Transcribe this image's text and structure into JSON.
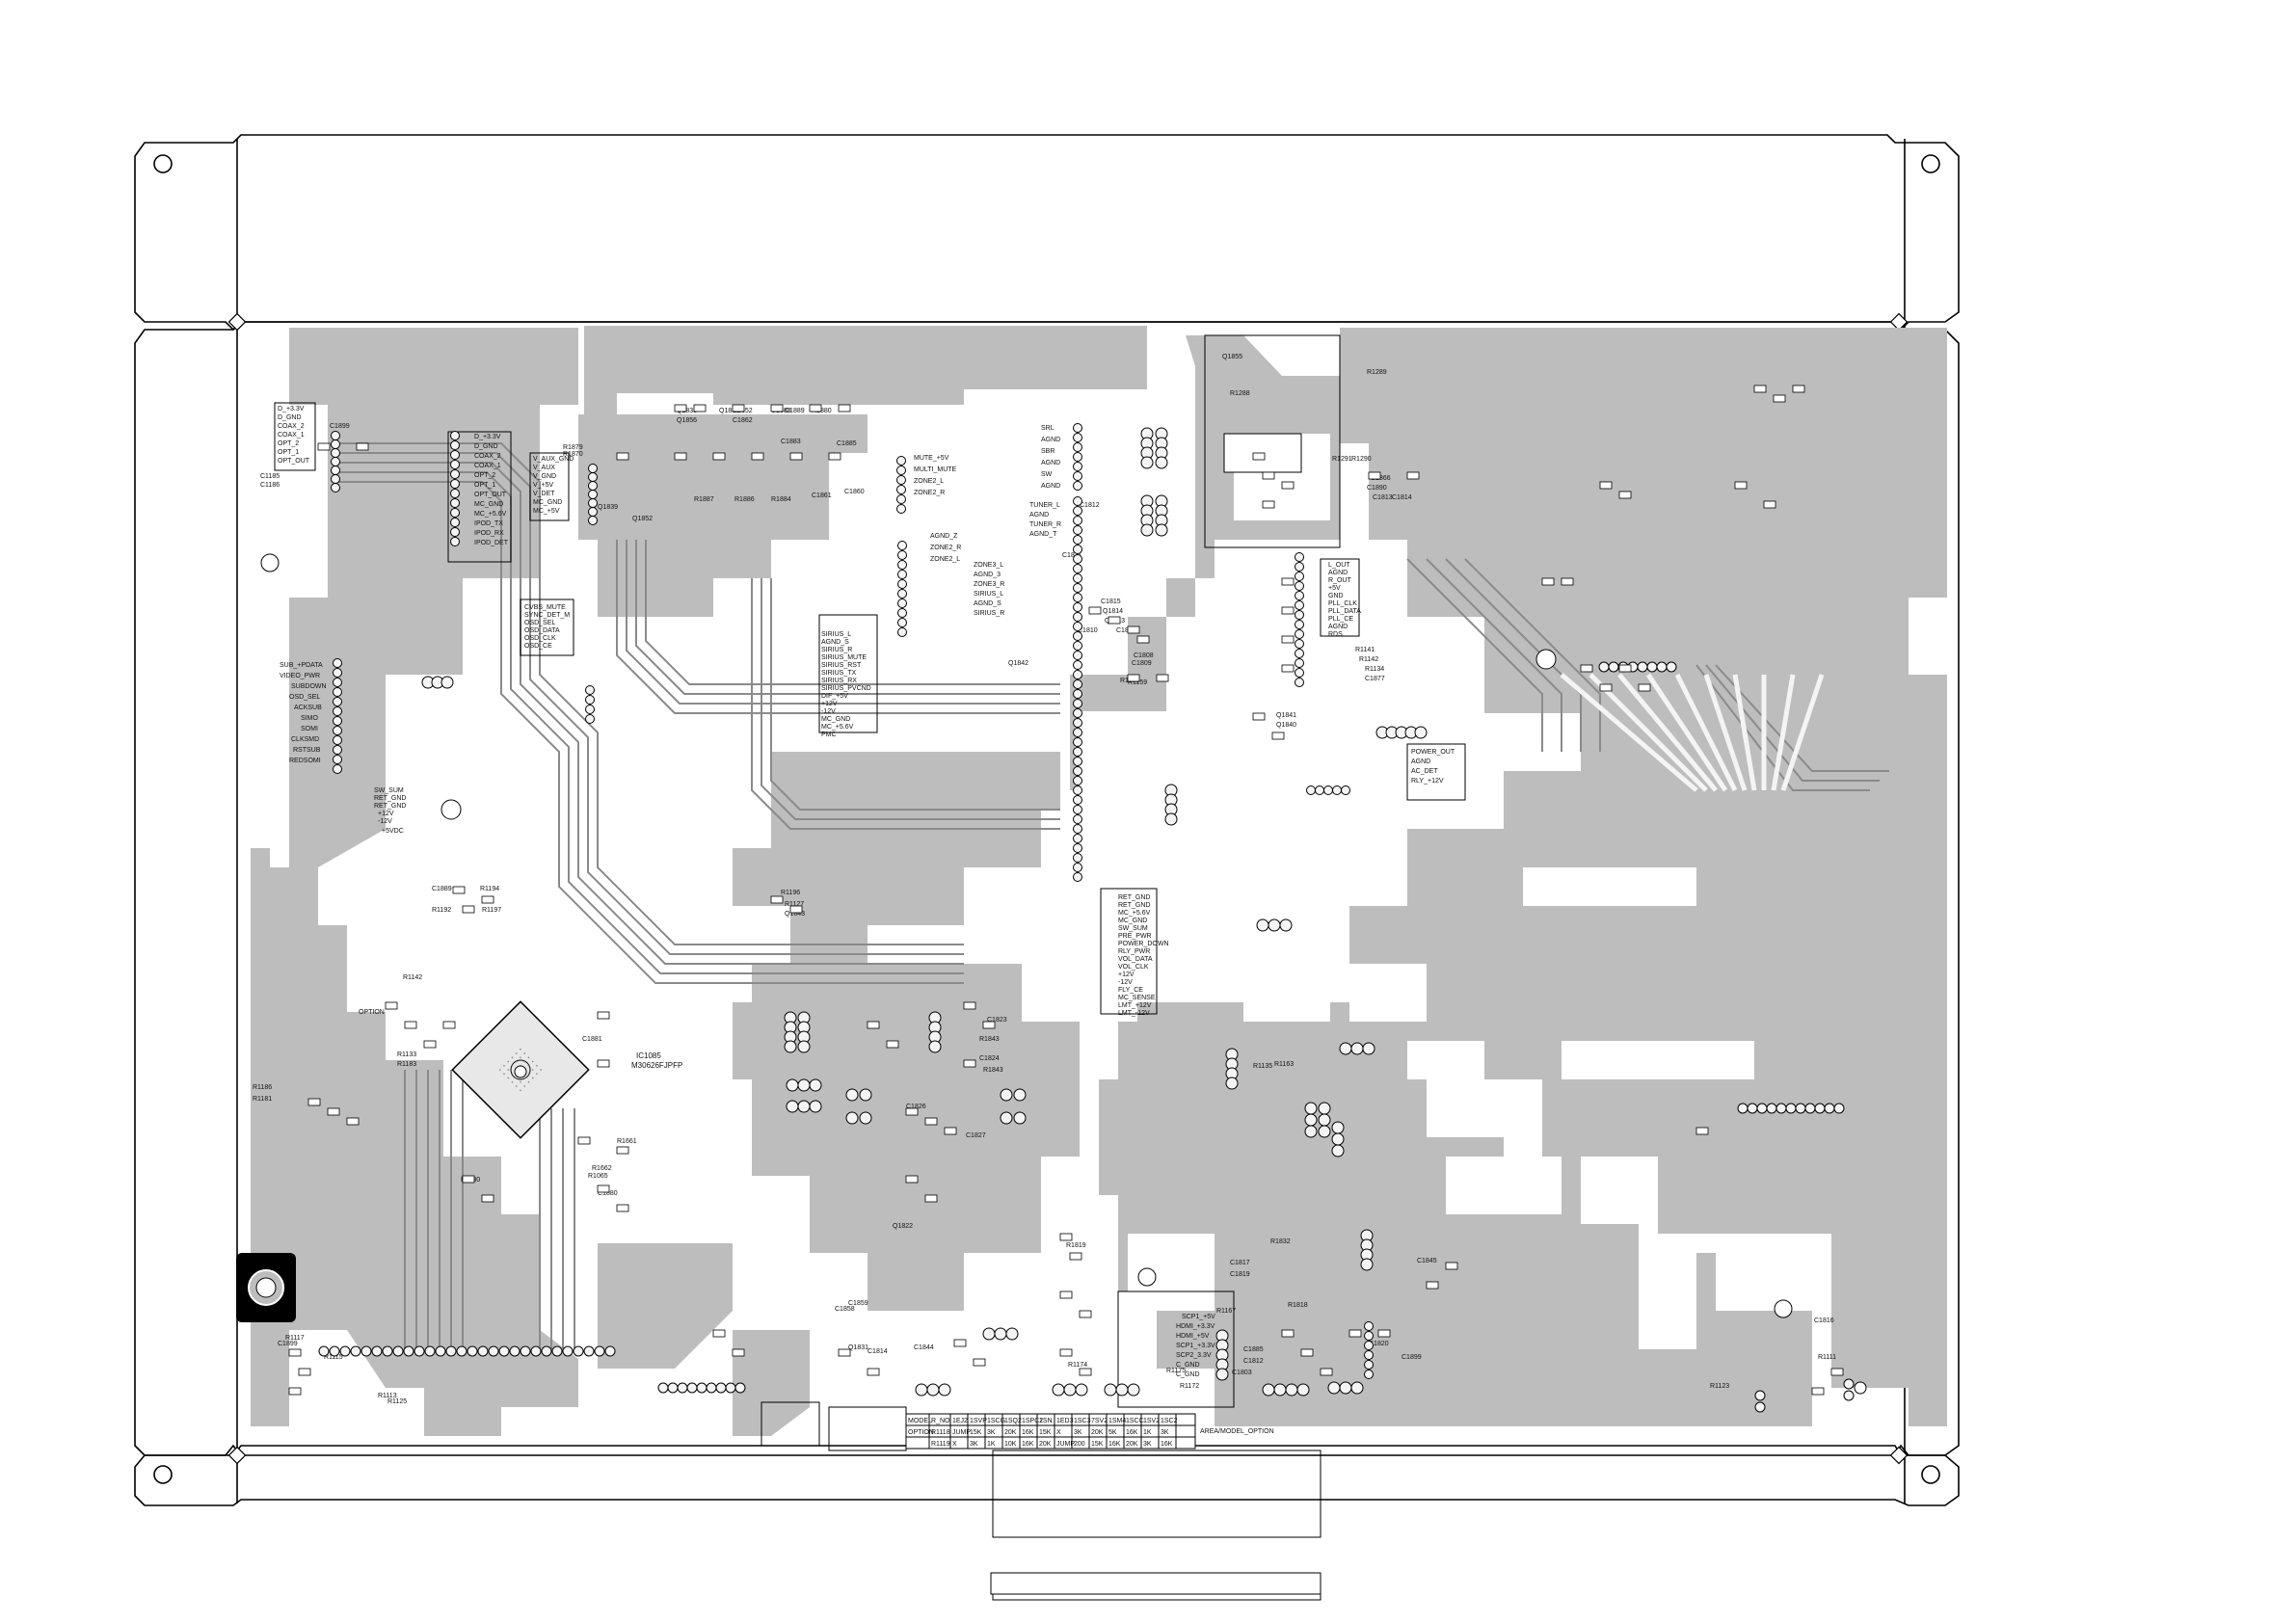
{
  "board": {
    "colors": {
      "copper": "#bdbdbd",
      "pad": "#f4f4f4",
      "outline": "#000000",
      "trace": "#8a8a8a"
    },
    "connector_labels": {
      "cn_top_left": [
        "D_+3.3V",
        "D_GND",
        "COAX_2",
        "COAX_1",
        "OPT_2",
        "OPT_1",
        "OPT_OUT"
      ],
      "cn_top_left2": [
        "D_+3.3V",
        "D_GND",
        "COAX_2",
        "COAX_1",
        "OPT_2",
        "OPT_1",
        "OPT_OUT",
        "MC_GND",
        "MC_+5.6V",
        "IPOD_TX",
        "IPOD_RX",
        "IPOD_DET"
      ],
      "cn_vaux": [
        "V_AUX_GND",
        "V_AUX",
        "V_GND",
        "V_+5V",
        "V_DET",
        "MC_GND",
        "MC_+5V"
      ],
      "cn_mute": [
        "MUTE_+5V",
        "MULTI_MUTE",
        "ZONE2_L",
        "ZONE2_R"
      ],
      "cn_rear": [
        "SRL",
        "AGND",
        "SBR",
        "AGND",
        "SW",
        "AGND"
      ],
      "cn_tuner": [
        "TUNER_L",
        "AGND",
        "TUNER_R",
        "AGND_T"
      ],
      "cn_zone": [
        "AGND_Z",
        "ZONE2_R",
        "ZONE2_L"
      ],
      "cn_zone3": [
        "ZONE3_L",
        "AGND_3",
        "ZONE3_R",
        "SIRIUS_L",
        "AGND_S",
        "SIRIUS_R"
      ],
      "cn_sirius": [
        "SIRIUS_L",
        "AGND_S",
        "SIRIUS_R",
        "SIRIUS_MUTE",
        "SIRIUS_RST",
        "SIRIUS_TX",
        "SIRIUS_RX",
        "SIRIUS_PVCND",
        "DIF_+5V",
        "+12V",
        "-12V",
        "MC_GND",
        "MC_+5.6V",
        "PMC"
      ],
      "cn_osd": [
        "CVBS_MUTE",
        "SYNC_DET_M",
        "OSD_SEL",
        "OSD_DATA",
        "OSD_CLK",
        "OSD_CE"
      ],
      "cn_sub": [
        "SUB_+PDATA",
        "VIDEO_PWR",
        "SUBDOWN",
        "OSD_SEL",
        "ACKSUB",
        "SIMO",
        "SOMI",
        "CLKSMD",
        "RSTSUB",
        "REDSOMI"
      ],
      "cn_sw": [
        "SW_SUM",
        "RET_GND",
        "RET_GND",
        "+12V",
        "-12V",
        "+5VDC"
      ],
      "cn_center": [
        "RET_GND",
        "RET_GND",
        "MC_+5.6V",
        "MC_GND",
        "SW_SUM",
        "PRE_PWR",
        "POWER_DOWN",
        "RLY_PWR",
        "VOL_DATA",
        "VOL_CLK",
        "+12V",
        "-12V",
        "FLY_CE",
        "MC_SENSE",
        "LMT_+12V",
        "LMT_-12V"
      ],
      "cn_out": [
        "L_OUT",
        "AGND",
        "R_OUT",
        "+5V",
        "GND",
        "PLL_CLK",
        "PLL_DATA",
        "PLL_CE",
        "AGND",
        "RDS"
      ],
      "cn_power": [
        "POWER_OUT",
        "AGND",
        "AC_DET",
        "RLY_+12V"
      ],
      "cn_scp": [
        "SCP1_+5V",
        "HDMI_+3.3V",
        "HDMI_+5V",
        "SCP1_+3.3V",
        "SCP2_3.3V",
        "C_GND",
        "C_GND"
      ],
      "ic_main": [
        "IC1085",
        "M30626FJPFP"
      ],
      "option_label": "OPTION",
      "area_label": "AREA/MODEL_OPTION"
    },
    "ref_labels": [
      "C1899",
      "C1185",
      "C1186",
      "R1879",
      "R1870",
      "Q1852",
      "Q1839",
      "Q1833",
      "Q1856",
      "Q1853",
      "C1852",
      "C1862",
      "C1888",
      "C1889",
      "R1880",
      "R1887",
      "R1886",
      "R1884",
      "C1883",
      "C1885",
      "C1860",
      "C1861",
      "Q1855",
      "R1288",
      "R1289",
      "R1290",
      "R1291",
      "C1866",
      "C1890",
      "C1813",
      "C1814",
      "C1812",
      "C1811",
      "C1815",
      "Q1814",
      "Q1813",
      "C1810",
      "C1806",
      "C1808",
      "C1809",
      "Q1842",
      "R1158",
      "R1159",
      "Q1841",
      "Q1840",
      "R1141",
      "R1142",
      "R1134",
      "C1877",
      "C1889",
      "R1192",
      "R1194",
      "R1197",
      "R1196",
      "R1127",
      "Q1843",
      "R1142",
      "R1133",
      "R1183",
      "R1186",
      "R1181",
      "C1881",
      "R1661",
      "R1662",
      "R1065",
      "C1880",
      "R1130",
      "R1135",
      "R1163",
      "R1843",
      "C1823",
      "C1824",
      "R1843",
      "C1826",
      "C1827",
      "Q1822",
      "R1832",
      "R1818",
      "R1819",
      "C1859",
      "C1858",
      "Q1831",
      "C1844",
      "C1845",
      "R1111",
      "R1123",
      "C1816",
      "C1817",
      "C1819",
      "R1167",
      "C1885",
      "C1812",
      "C1803",
      "C1814",
      "R1174",
      "R1175",
      "R1172",
      "C1899",
      "C1820",
      "R1113",
      "R1125",
      "R1115",
      "R1117"
    ],
    "table": {
      "header": [
        "MODEL",
        "R_NO",
        "1EJ2",
        "1SVP",
        "1SCG",
        "1SQ2",
        "1SPC2",
        "1SN",
        "1ED3",
        "1SC3",
        "7SV2",
        "1SM4",
        "1SCC",
        "1SV2",
        "1SC2"
      ],
      "row1": [
        "OPTION",
        "R1118",
        "JUMP",
        "15K",
        "3K",
        "20K",
        "16K",
        "15K",
        "X",
        "3K",
        "20K",
        "5K",
        "16K",
        "1K",
        "3K"
      ],
      "row2": [
        "",
        "R1119",
        "X",
        "3K",
        "1K",
        "10K",
        "16K",
        "20K",
        "JUMP",
        "200",
        "15K",
        "16K",
        "20K",
        "3K",
        "16K"
      ]
    }
  }
}
